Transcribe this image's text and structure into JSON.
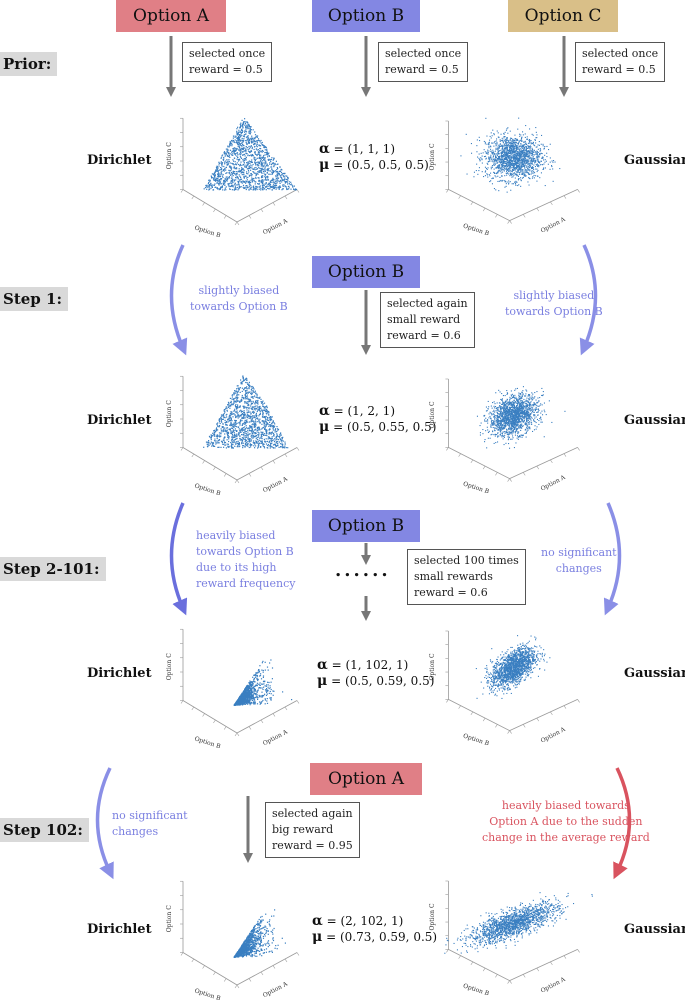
{
  "options": {
    "a": "Option A",
    "b": "Option B",
    "c": "Option C"
  },
  "steps": {
    "prior": "Prior:",
    "step1": "Step 1:",
    "step2": "Step 2-101:",
    "step102": "Step 102:"
  },
  "prior_boxes": {
    "a": [
      "selected once",
      "reward = 0.5"
    ],
    "b": [
      "selected once",
      "reward = 0.5"
    ],
    "c": [
      "selected once",
      "reward = 0.5"
    ]
  },
  "step1_box": [
    "selected again",
    "small reward",
    "reward = 0.6"
  ],
  "step2_box": [
    "selected 100 times",
    "small rewards",
    "reward = 0.6"
  ],
  "step102_box": [
    "selected again",
    "big reward",
    "reward = 0.95"
  ],
  "dots": "......",
  "labels": {
    "dirichlet": "Dirichlet",
    "gaussian": "Gaussian"
  },
  "notes": {
    "s1_left": [
      "slightly biased",
      "towards  Option B"
    ],
    "s1_right": [
      "slightly biased",
      "towards  Option B"
    ],
    "s2_left": [
      "heavily  biased",
      "towards  Option B",
      "due to its high",
      "reward frequency"
    ],
    "s2_right": [
      "no significant",
      "changes"
    ],
    "s102_left": [
      "no significant",
      "changes"
    ],
    "s102_right": [
      "heavily biased towards",
      "Option A due to the sudden",
      "change in the average reward"
    ]
  },
  "params": {
    "prior": {
      "alpha": "(1, 1, 1)",
      "mu": "(0.5, 0.5, 0.5)"
    },
    "step1": {
      "alpha": "(1, 2, 1)",
      "mu": "(0.5, 0.55, 0.5)"
    },
    "step2": {
      "alpha": "(1, 102, 1)",
      "mu": "(0.5, 0.59, 0.5)"
    },
    "step102": {
      "alpha": "(2, 102, 1)",
      "mu": "(0.73, 0.59, 0.5)"
    }
  },
  "symbols": {
    "alpha": "α",
    "mu": "μ",
    "eq": " = "
  },
  "axes": {
    "a": "Option A",
    "b": "Option B",
    "c": "Option C"
  },
  "colors": {
    "optA": "#e07f86",
    "optB": "#8387e3",
    "optC": "#d9bf88",
    "scatter": "#3a7fc1",
    "blueArrow": "#8a8fe6",
    "redArrow": "#d9535f"
  }
}
